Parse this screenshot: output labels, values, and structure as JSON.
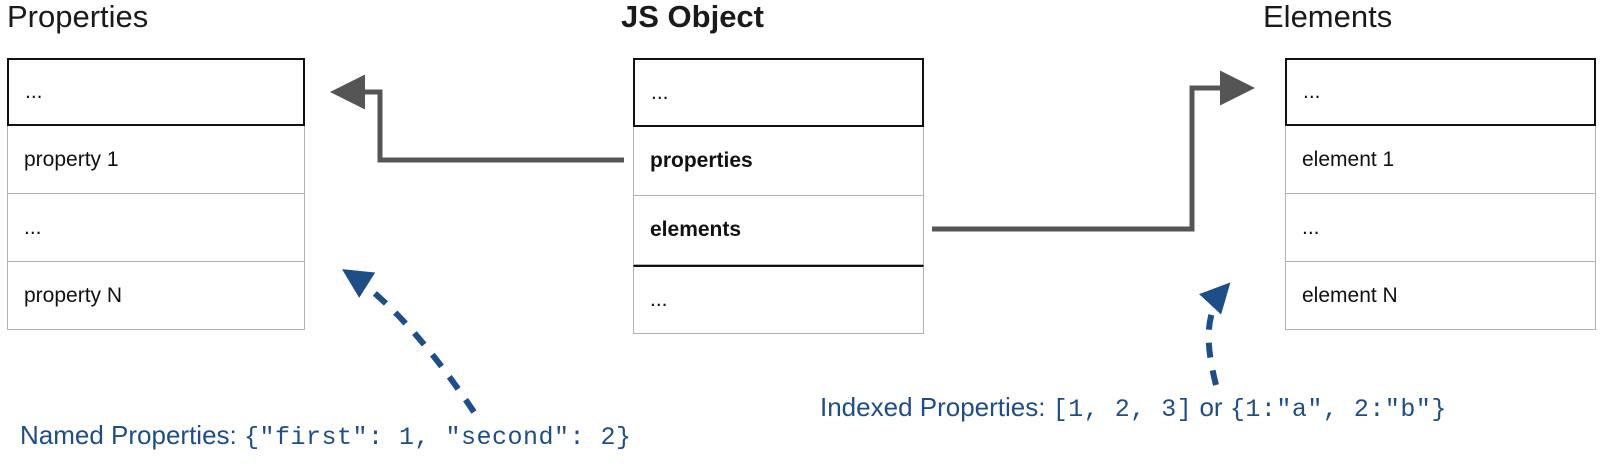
{
  "diagram": {
    "title_left": "Properties",
    "title_center": "JS Object",
    "title_right": "Elements",
    "accent_blue": "#1F4E87",
    "connector_gray": "#555555",
    "border_dark": "#111111",
    "border_light": "#b3b3b3"
  },
  "properties_table": {
    "rows": [
      {
        "label": "...",
        "bold": false
      },
      {
        "label": "property 1",
        "bold": false
      },
      {
        "label": "...",
        "bold": false
      },
      {
        "label": "property N",
        "bold": false
      }
    ]
  },
  "jsobject_table": {
    "rows": [
      {
        "label": "...",
        "bold": false
      },
      {
        "label": "properties",
        "bold": true
      },
      {
        "label": "elements",
        "bold": true
      },
      {
        "label": "...",
        "bold": false
      }
    ]
  },
  "elements_table": {
    "rows": [
      {
        "label": "...",
        "bold": false
      },
      {
        "label": "element 1",
        "bold": false
      },
      {
        "label": "...",
        "bold": false
      },
      {
        "label": "element N",
        "bold": false
      }
    ]
  },
  "annotations": {
    "named": {
      "label": "Named Properties: ",
      "code": "{\"first\": 1, \"second\": 2}"
    },
    "indexed": {
      "label": "Indexed Properties: ",
      "code_a": "[1, 2, 3]",
      "joiner": " or ",
      "code_b": "{1:\"a\", 2:\"b\"}"
    }
  },
  "connectors": [
    {
      "name": "properties-to-properties-table",
      "from": "jsobject.properties",
      "to": "properties_table.header",
      "style": "solid-elbow-arrow"
    },
    {
      "name": "elements-to-elements-table",
      "from": "jsobject.elements",
      "to": "elements_table.header",
      "style": "solid-elbow-arrow"
    },
    {
      "name": "named-properties-callout",
      "from": "annotation.named",
      "to": "properties_table.row3",
      "style": "dashed-curve-arrow"
    },
    {
      "name": "indexed-properties-callout",
      "from": "annotation.indexed",
      "to": "elements_table.row3",
      "style": "dashed-curve-arrow"
    }
  ]
}
